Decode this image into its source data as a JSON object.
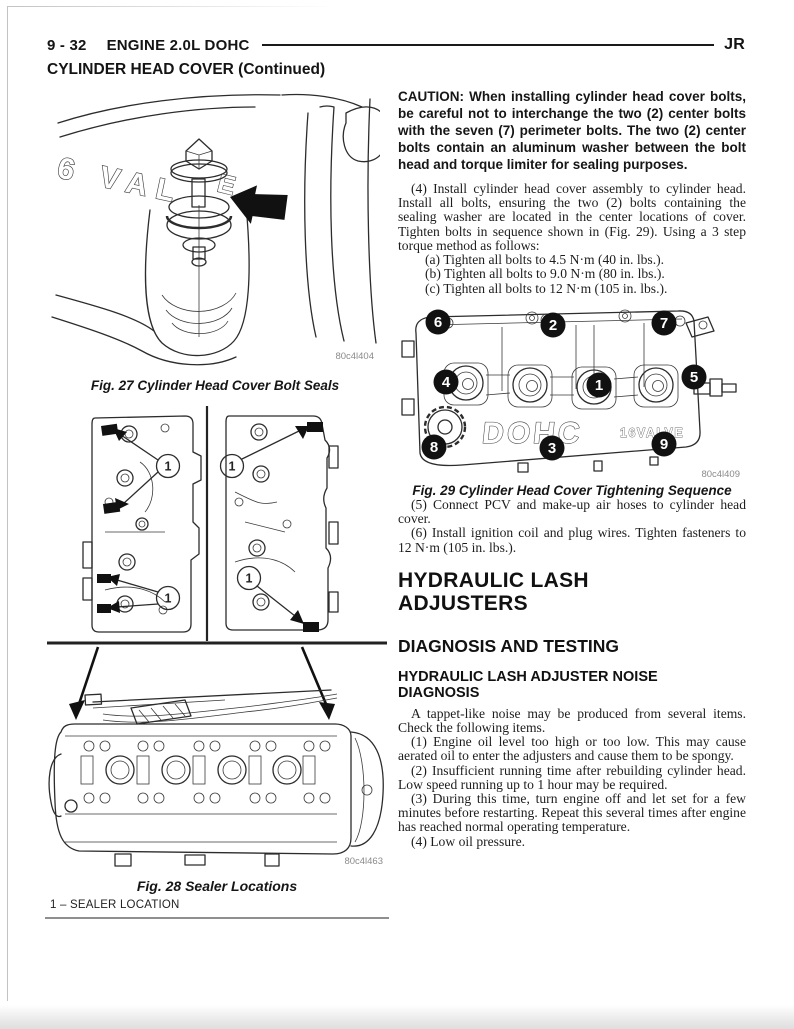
{
  "header": {
    "page_number": "9 - 32",
    "section_title": "ENGINE 2.0L DOHC",
    "model_code": "JR",
    "subsection_title": "CYLINDER HEAD COVER (Continued)"
  },
  "left_column": {
    "fig27": {
      "embossed_text_left": "6 VAL",
      "embossed_text_right": "E",
      "figure_code": "80c4l404",
      "caption": "Fig. 27 Cylinder Head Cover Bolt Seals"
    },
    "fig28": {
      "callout_label": "1",
      "figure_code": "80c4l463",
      "caption": "Fig. 28 Sealer Locations",
      "legend": "1 – SEALER LOCATION"
    }
  },
  "right_column": {
    "caution": "CAUTION: When installing cylinder head cover bolts, be careful not to interchange the two (2) center bolts with the seven (7) perimeter bolts. The two (2) center bolts contain an aluminum washer between the bolt head and torque limiter for sealing purposes.",
    "step_4": "(4) Install cylinder head cover assembly to cylinder head. Install all bolts, ensuring the two (2) bolts containing the sealing washer are located in the center locations of cover. Tighten bolts in sequence shown in (Fig. 29). Using a 3 step torque method as follows:",
    "substeps": [
      "(a) Tighten all bolts to 4.5 N·m (40 in. lbs.).",
      "(b) Tighten all bolts to 9.0 N·m (80 in. lbs.).",
      "(c) Tighten all bolts to 12 N·m (105 in. lbs.)."
    ],
    "fig29": {
      "cover_text_main": "DOHC",
      "cover_text_sub": "16VALVE",
      "sequence_labels": [
        "6",
        "2",
        "7",
        "4",
        "1",
        "5",
        "8",
        "3",
        "9"
      ],
      "figure_code": "80c4l409",
      "caption": "Fig. 29 Cylinder Head Cover Tightening Sequence"
    },
    "step_5": "(5) Connect PCV and make-up air hoses to cylinder head cover.",
    "step_6": "(6) Install ignition coil and plug wires. Tighten fasteners to 12 N·m (105 in. lbs.).",
    "section_heading": "HYDRAULIC LASH ADJUSTERS",
    "subheading_1": "DIAGNOSIS AND TESTING",
    "subheading_2": "HYDRAULIC LASH ADJUSTER NOISE DIAGNOSIS",
    "diagnosis_intro": "A tappet-like noise may be produced from several items. Check the following items.",
    "diagnosis_items": [
      "(1) Engine oil level too high or too low. This may cause aerated oil to enter the adjusters and cause them to be spongy.",
      "(2) Insufficient running time after rebuilding cylinder head. Low speed running up to 1 hour may be required.",
      "(3) During this time, turn engine off and let set for a few minutes before restarting. Repeat this several times after engine has reached normal operating temperature.",
      "(4) Low oil pressure."
    ]
  }
}
